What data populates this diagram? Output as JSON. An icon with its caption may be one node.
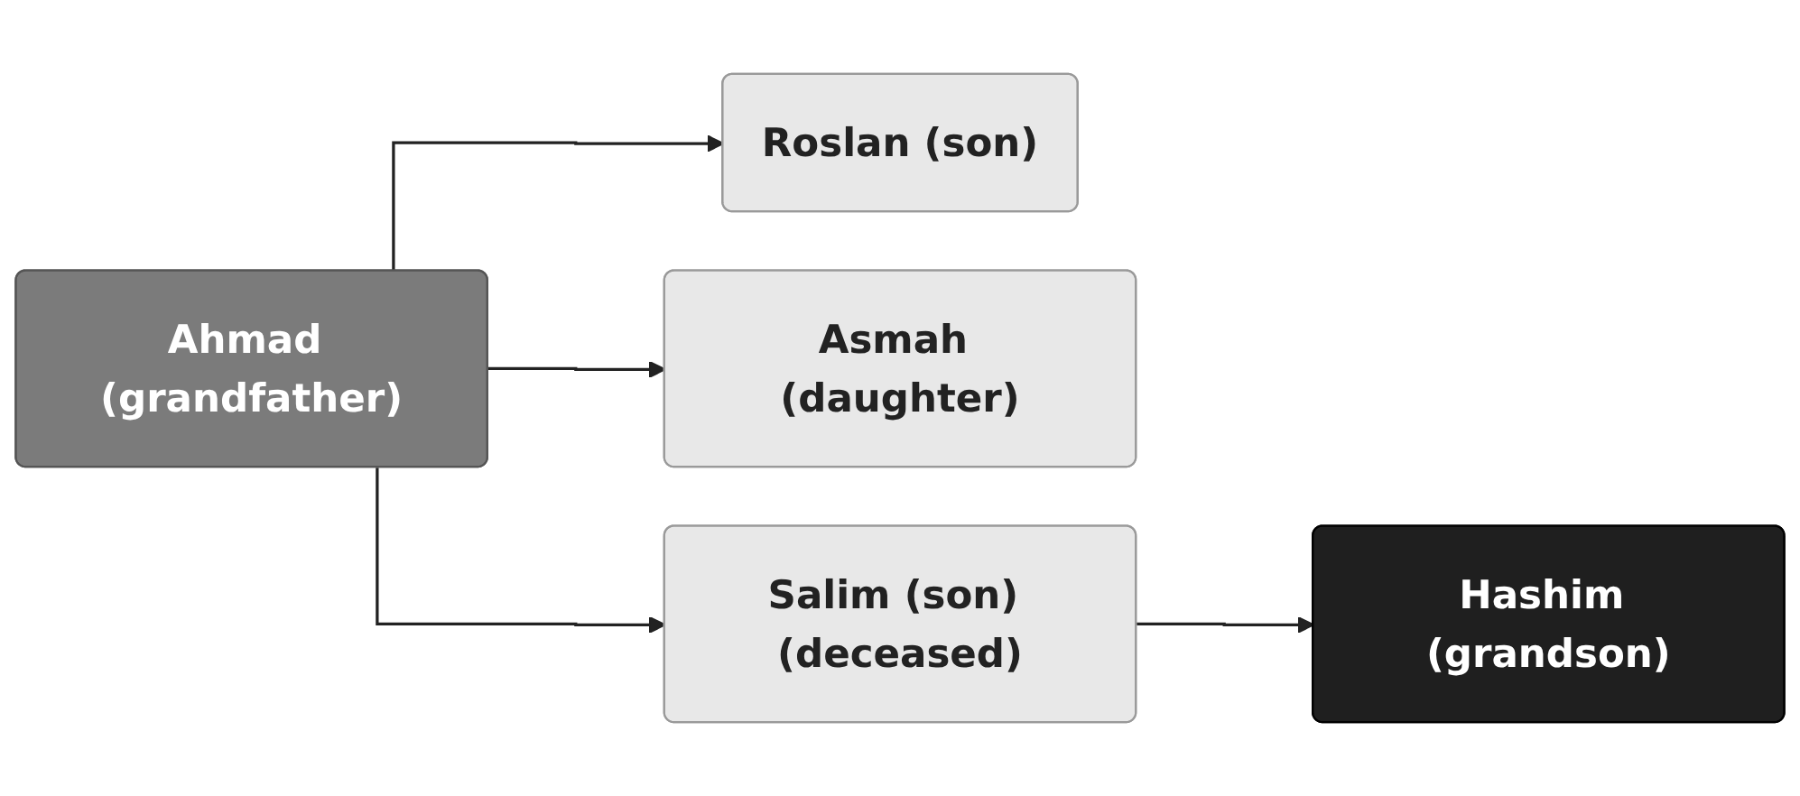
{
  "diagram": {
    "nodes": [
      {
        "text": [
          "Ahmad (grandfather)"
        ]
      },
      {
        "text": [
          "Roslan (son)"
        ]
      },
      {
        "text": [
          "Asmah (daughter)"
        ]
      },
      {
        "text": [
          "Salim (son) (deceased)"
        ]
      },
      {
        "text": [
          "Hashim (grandson)"
        ]
      }
    ],
    "edges": [
      {
        "from": 0,
        "to": 1,
        "arrow": "to"
      },
      {
        "from": 0,
        "to": 2,
        "arrow": "to"
      },
      {
        "from": 0,
        "to": 3,
        "arrow": "to"
      },
      {
        "from": 3,
        "to": 4,
        "arrow": "to"
      }
    ]
  }
}
